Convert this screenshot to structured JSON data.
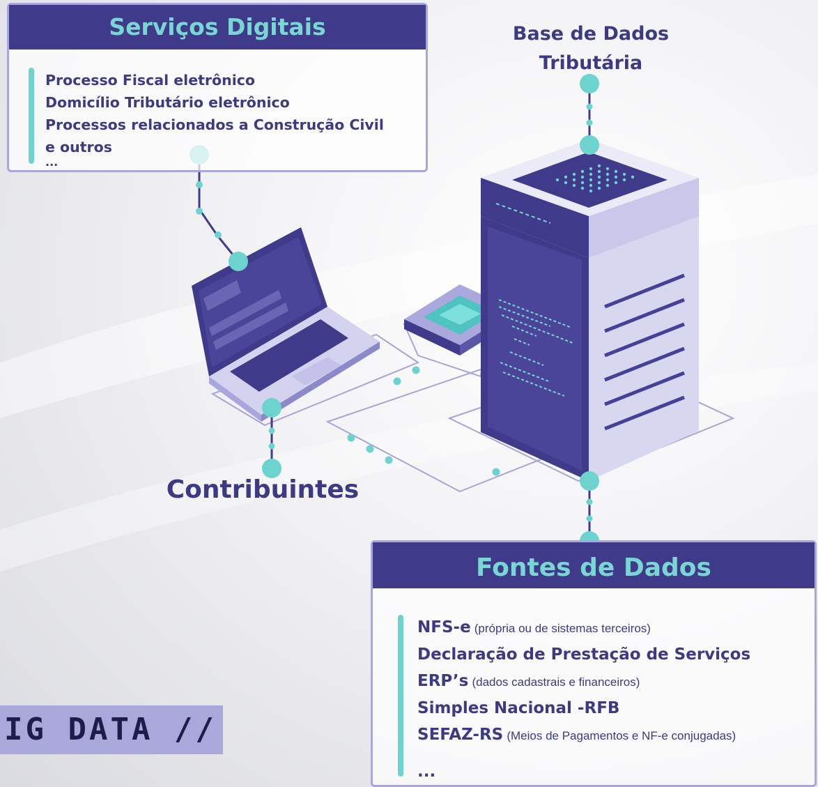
{
  "services": {
    "title": "Serviços Digitais",
    "items": [
      "Processo Fiscal eletrônico",
      "Domicílio Tributário eletrônico",
      "Processos relacionados a Construção Civil",
      "e outros"
    ],
    "more": "..."
  },
  "database": {
    "title_line1": "Base de Dados",
    "title_line2": "Tributária"
  },
  "contributors": {
    "label": "Contribuintes"
  },
  "sources": {
    "title": "Fontes de Dados",
    "items": [
      {
        "name": "NFS-e",
        "detail": "(própria ou de sistemas terceiros)"
      },
      {
        "name": "Declaração de Prestação de Serviços",
        "detail": ""
      },
      {
        "name": "ERP’s",
        "detail": "(dados cadastrais e financeiros)"
      },
      {
        "name": "Simples Nacional -RFB",
        "detail": ""
      },
      {
        "name": "SEFAZ-RS",
        "detail": "(Meios de Pagamentos e NF-e conjugadas)"
      }
    ],
    "more": "..."
  },
  "brand": {
    "text": "IG DATA //"
  },
  "icons": [
    "laptop-icon",
    "server-icon",
    "chip-icon",
    "connector-node-icon"
  ],
  "colors": {
    "navy": "#3f3b8a",
    "teal": "#6cd3cf",
    "lavender": "#a8a6dc",
    "text": "#3d3983"
  }
}
